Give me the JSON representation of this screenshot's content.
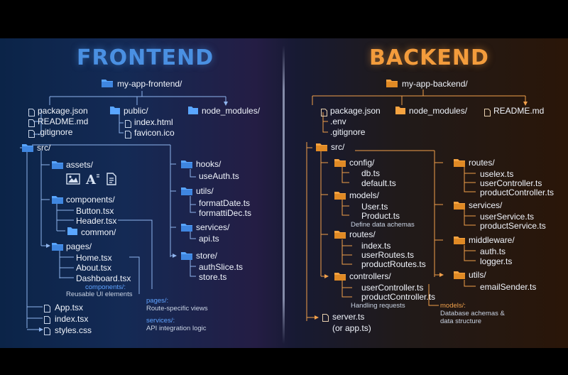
{
  "colors": {
    "frontend_accent": "#4a90e2",
    "backend_accent": "#f39c3c",
    "frontend_folder": "#5aa6ff",
    "backend_folder": "#f5a340",
    "text": "#f0f4fb"
  },
  "frontend": {
    "title": "FRONTEND",
    "root": "my-app-frontend/",
    "package_json": "package.json",
    "readme": "README.md",
    "gitignore": ".gitignore",
    "public": "public/",
    "index_html": "index.html",
    "favicon": "favicon.ico",
    "node_modules": "node_modules/",
    "src": "src/",
    "assets": "assets/",
    "components": "components/",
    "button": "Button.tsx",
    "header": "Header.tsx",
    "common": "common/",
    "pages": "pages/",
    "home": "Home.tsx",
    "about": "About.tsx",
    "dashboard": "Dashboard.tsx",
    "components_note_title": "components/:",
    "components_note_text": "Reusable UI elements",
    "app": "App.tsx",
    "index_tsx": "index.tsx",
    "styles": "styles.css",
    "hooks": "hooks/",
    "use_auth": "useAuth.ts",
    "utils": "utils/",
    "format_date": "formatDate.ts",
    "format_dec": "formattiDec.ts",
    "services": "services/",
    "api": "api.ts",
    "store": "store/",
    "auth_slice": "authSlice.ts",
    "store_ts": "store.ts",
    "pages_note_title": "pages/:",
    "pages_note_text": "Route-specific views",
    "services_note_title": "services/:",
    "services_note_text": "API integration logic"
  },
  "backend": {
    "title": "BACKEND",
    "root": "my-app-backend/",
    "package_json": "package.json",
    "env": ".env",
    "gitignore": ".gitignore",
    "node_modules": "node_modules/",
    "readme": "README.md",
    "src": "src/",
    "config": "config/",
    "db": "db.ts",
    "default": "default.ts",
    "models": "models/",
    "user": "User.ts",
    "product": "Product.ts",
    "models_hint": "Define data achemas",
    "routes": "routes/",
    "index_ts": "index.ts",
    "user_routes": "userRoutes.ts",
    "product_routes": "productRoutes.ts",
    "controllers": "controllers/",
    "user_controller": "userController.ts",
    "product_controller": "productController.ts",
    "controllers_hint": "Handling requests",
    "server": "server.ts",
    "server_alt": "(or app.ts)",
    "routes2": "routes/",
    "uselex": "uselex.ts",
    "r_user_controller": "userController.ts",
    "r_product_controller": "productController.ts",
    "services": "services/",
    "user_service": "userService.ts",
    "product_service": "productService.ts",
    "middleware": "middleware/",
    "auth": "auth.ts",
    "logger": "logger.ts",
    "utils": "utils/",
    "email_sender": "emailSender.ts",
    "models_note_title": "models/:",
    "models_note_line1": "Database achemas &",
    "models_note_line2": "data structure"
  }
}
